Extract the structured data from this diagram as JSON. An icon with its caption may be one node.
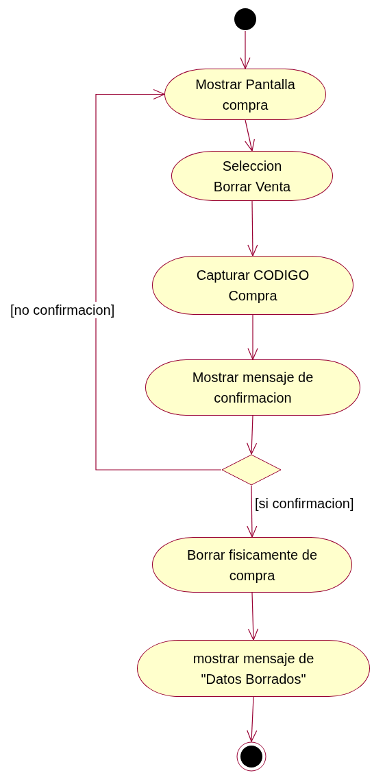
{
  "diagram": {
    "nodes": [
      {
        "text": [],
        "shape": "circle"
      },
      {
        "text": [
          "Mostrar Pantalla compra"
        ]
      },
      {
        "text": [
          "Seleccion Borrar Venta"
        ]
      },
      {
        "text": [
          "Capturar CODIGO Compra"
        ]
      },
      {
        "text": [
          "Mostrar mensaje de confirmacion"
        ]
      },
      {
        "text": [],
        "shape": "diamond"
      },
      {
        "text": [
          "Borrar fisicamente de compra"
        ]
      },
      {
        "text": [
          "mostrar mensaje de \"Datos Borrados\""
        ]
      },
      {
        "text": [],
        "shape": "circle"
      }
    ],
    "edges": [
      {
        "from": 0,
        "to": 1,
        "arrow": "to"
      },
      {
        "from": 1,
        "to": 2,
        "arrow": "to"
      },
      {
        "from": 2,
        "to": 3,
        "arrow": "to"
      },
      {
        "from": 3,
        "to": 4,
        "arrow": "to"
      },
      {
        "from": 4,
        "to": 5,
        "arrow": "to"
      },
      {
        "from": 5,
        "to": 6,
        "arrow": "to",
        "label": "[si confirmacion]"
      },
      {
        "from": 5,
        "to": 1,
        "arrow": "to",
        "label": "[no confirmacion]"
      },
      {
        "from": 7,
        "to": 8,
        "arrow": "to"
      },
      {
        "from": 6,
        "to": 7,
        "arrow": "to"
      }
    ]
  }
}
